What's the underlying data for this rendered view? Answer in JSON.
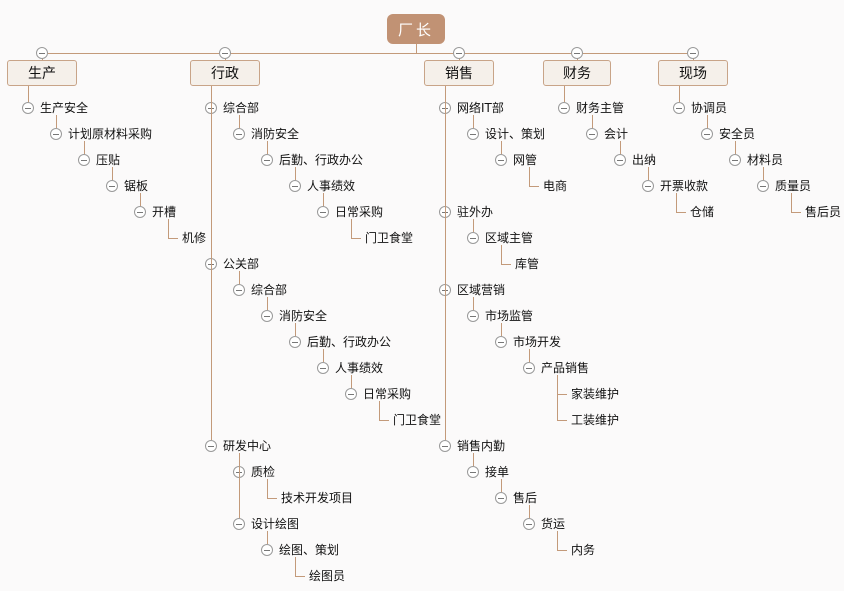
{
  "root": {
    "label": "厂长"
  },
  "columns": [
    {
      "label": "生产",
      "children": [
        {
          "label": "生产安全",
          "children": [
            {
              "label": "计划原材料采购",
              "children": [
                {
                  "label": "压贴",
                  "children": [
                    {
                      "label": "锯板",
                      "children": [
                        {
                          "label": "开槽",
                          "children": [
                            {
                              "label": "机修"
                            }
                          ]
                        }
                      ]
                    }
                  ]
                }
              ]
            }
          ]
        }
      ]
    },
    {
      "label": "行政",
      "children": [
        {
          "label": "综合部",
          "children": [
            {
              "label": "消防安全",
              "children": [
                {
                  "label": "后勤、行政办公",
                  "children": [
                    {
                      "label": "人事绩效",
                      "children": [
                        {
                          "label": "日常采购",
                          "children": [
                            {
                              "label": "门卫食堂"
                            }
                          ]
                        }
                      ]
                    }
                  ]
                }
              ]
            }
          ]
        },
        {
          "label": "公关部",
          "children": [
            {
              "label": "综合部",
              "children": [
                {
                  "label": "消防安全",
                  "children": [
                    {
                      "label": "后勤、行政办公",
                      "children": [
                        {
                          "label": "人事绩效",
                          "children": [
                            {
                              "label": "日常采购",
                              "children": [
                                {
                                  "label": "门卫食堂"
                                }
                              ]
                            }
                          ]
                        }
                      ]
                    }
                  ]
                }
              ]
            }
          ]
        },
        {
          "label": "研发中心",
          "children": [
            {
              "label": "质检",
              "children": [
                {
                  "label": "技术开发项目"
                }
              ]
            },
            {
              "label": "设计绘图",
              "children": [
                {
                  "label": "绘图、策划",
                  "children": [
                    {
                      "label": "绘图员"
                    }
                  ]
                }
              ]
            }
          ]
        }
      ]
    },
    {
      "label": "销售",
      "children": [
        {
          "label": "网络IT部",
          "children": [
            {
              "label": "设计、策划",
              "children": [
                {
                  "label": "网管",
                  "children": [
                    {
                      "label": "电商"
                    }
                  ]
                }
              ]
            }
          ]
        },
        {
          "label": "驻外办",
          "children": [
            {
              "label": "区域主管",
              "children": [
                {
                  "label": "库管"
                }
              ]
            }
          ]
        },
        {
          "label": "区域营销",
          "children": [
            {
              "label": "市场监管",
              "children": [
                {
                  "label": "市场开发",
                  "children": [
                    {
                      "label": "产品销售",
                      "children": [
                        {
                          "label": "家装维护"
                        },
                        {
                          "label": "工装维护"
                        }
                      ]
                    }
                  ]
                }
              ]
            }
          ]
        },
        {
          "label": "销售内勤",
          "children": [
            {
              "label": "接单",
              "children": [
                {
                  "label": "售后",
                  "children": [
                    {
                      "label": "货运",
                      "children": [
                        {
                          "label": "内务"
                        }
                      ]
                    }
                  ]
                }
              ]
            }
          ]
        }
      ]
    },
    {
      "label": "财务",
      "children": [
        {
          "label": "财务主管",
          "children": [
            {
              "label": "会计",
              "children": [
                {
                  "label": "出纳",
                  "children": [
                    {
                      "label": "开票收款",
                      "children": [
                        {
                          "label": "仓储"
                        }
                      ]
                    }
                  ]
                }
              ]
            }
          ]
        }
      ]
    },
    {
      "label": "现场",
      "children": [
        {
          "label": "协调员",
          "children": [
            {
              "label": "安全员",
              "children": [
                {
                  "label": "材料员",
                  "children": [
                    {
                      "label": "质量员",
                      "children": [
                        {
                          "label": "售后员"
                        }
                      ]
                    }
                  ]
                }
              ]
            }
          ]
        }
      ]
    }
  ],
  "colors": {
    "connector": "#c39a7a",
    "root_fill": "#c19274",
    "box_fill": "#f5f0ea"
  }
}
